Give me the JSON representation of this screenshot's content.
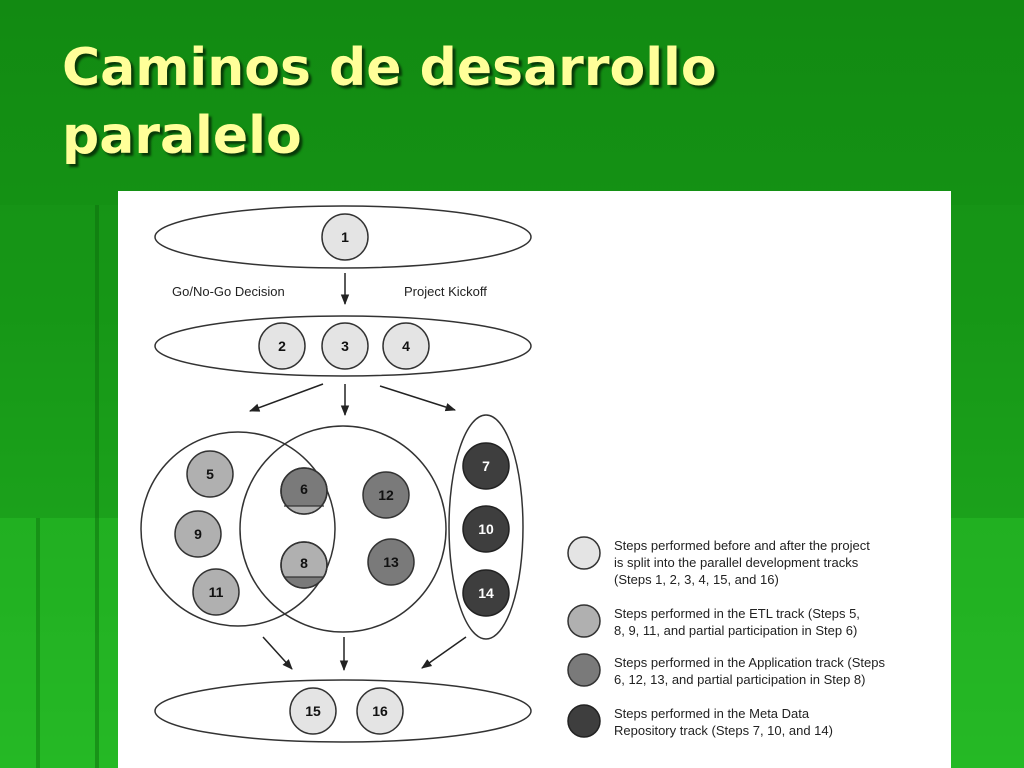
{
  "slide": {
    "title_line1": "Caminos de desarrollo",
    "title_line2": "paralelo"
  },
  "diagram": {
    "labels": {
      "go_no_go": "Go/No-Go Decision",
      "kickoff": "Project Kickoff"
    },
    "steps": {
      "s1": "1",
      "s2": "2",
      "s3": "3",
      "s4": "4",
      "s5": "5",
      "s6": "6",
      "s7": "7",
      "s8": "8",
      "s9": "9",
      "s10": "10",
      "s11": "11",
      "s12": "12",
      "s13": "13",
      "s14": "14",
      "s15": "15",
      "s16": "16"
    },
    "colors": {
      "before_after": "#e4e4e4",
      "etl": "#b0b0b0",
      "application": "#7a7a7a",
      "meta_data": "#3e3e3e"
    },
    "legend": [
      {
        "line1": "Steps performed before and after the project",
        "line2": "is split into the parallel development tracks",
        "line3": "(Steps 1, 2, 3, 4, 15, and 16)"
      },
      {
        "line1": "Steps performed in the ETL track (Steps 5,",
        "line2": "8, 9, 11, and partial participation in Step 6)"
      },
      {
        "line1": "Steps performed in the Application track (Steps",
        "line2": "6, 12, 13, and partial participation in Step 8)"
      },
      {
        "line1": "Steps performed in the Meta Data",
        "line2": "Repository track (Steps 7, 10, and 14)"
      }
    ]
  }
}
